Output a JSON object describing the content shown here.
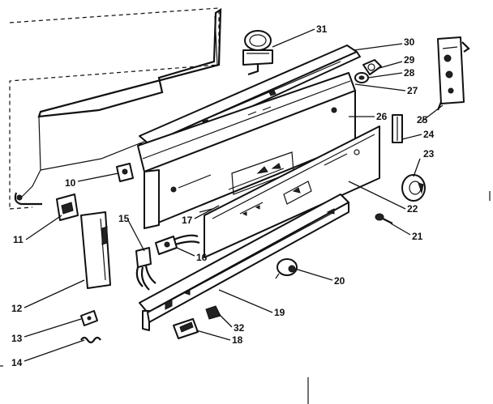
{
  "diagram": {
    "callouts": [
      {
        "id": "c31",
        "text": "31"
      },
      {
        "id": "c30",
        "text": "30"
      },
      {
        "id": "c29",
        "text": "29"
      },
      {
        "id": "c28",
        "text": "28"
      },
      {
        "id": "c27",
        "text": "27"
      },
      {
        "id": "c26",
        "text": "26"
      },
      {
        "id": "c25",
        "text": "25"
      },
      {
        "id": "c24",
        "text": "24"
      },
      {
        "id": "c23",
        "text": "23"
      },
      {
        "id": "c22",
        "text": "22"
      },
      {
        "id": "c21",
        "text": "21"
      },
      {
        "id": "c20",
        "text": "20"
      },
      {
        "id": "c19",
        "text": "19"
      },
      {
        "id": "c18",
        "text": "18"
      },
      {
        "id": "c32",
        "text": "32"
      },
      {
        "id": "c17",
        "text": "17"
      },
      {
        "id": "c16",
        "text": "16"
      },
      {
        "id": "c15",
        "text": "15"
      },
      {
        "id": "c14",
        "text": "14"
      },
      {
        "id": "c13",
        "text": "13"
      },
      {
        "id": "c12",
        "text": "12"
      },
      {
        "id": "c11",
        "text": "11"
      },
      {
        "id": "c10",
        "text": "10"
      }
    ]
  }
}
